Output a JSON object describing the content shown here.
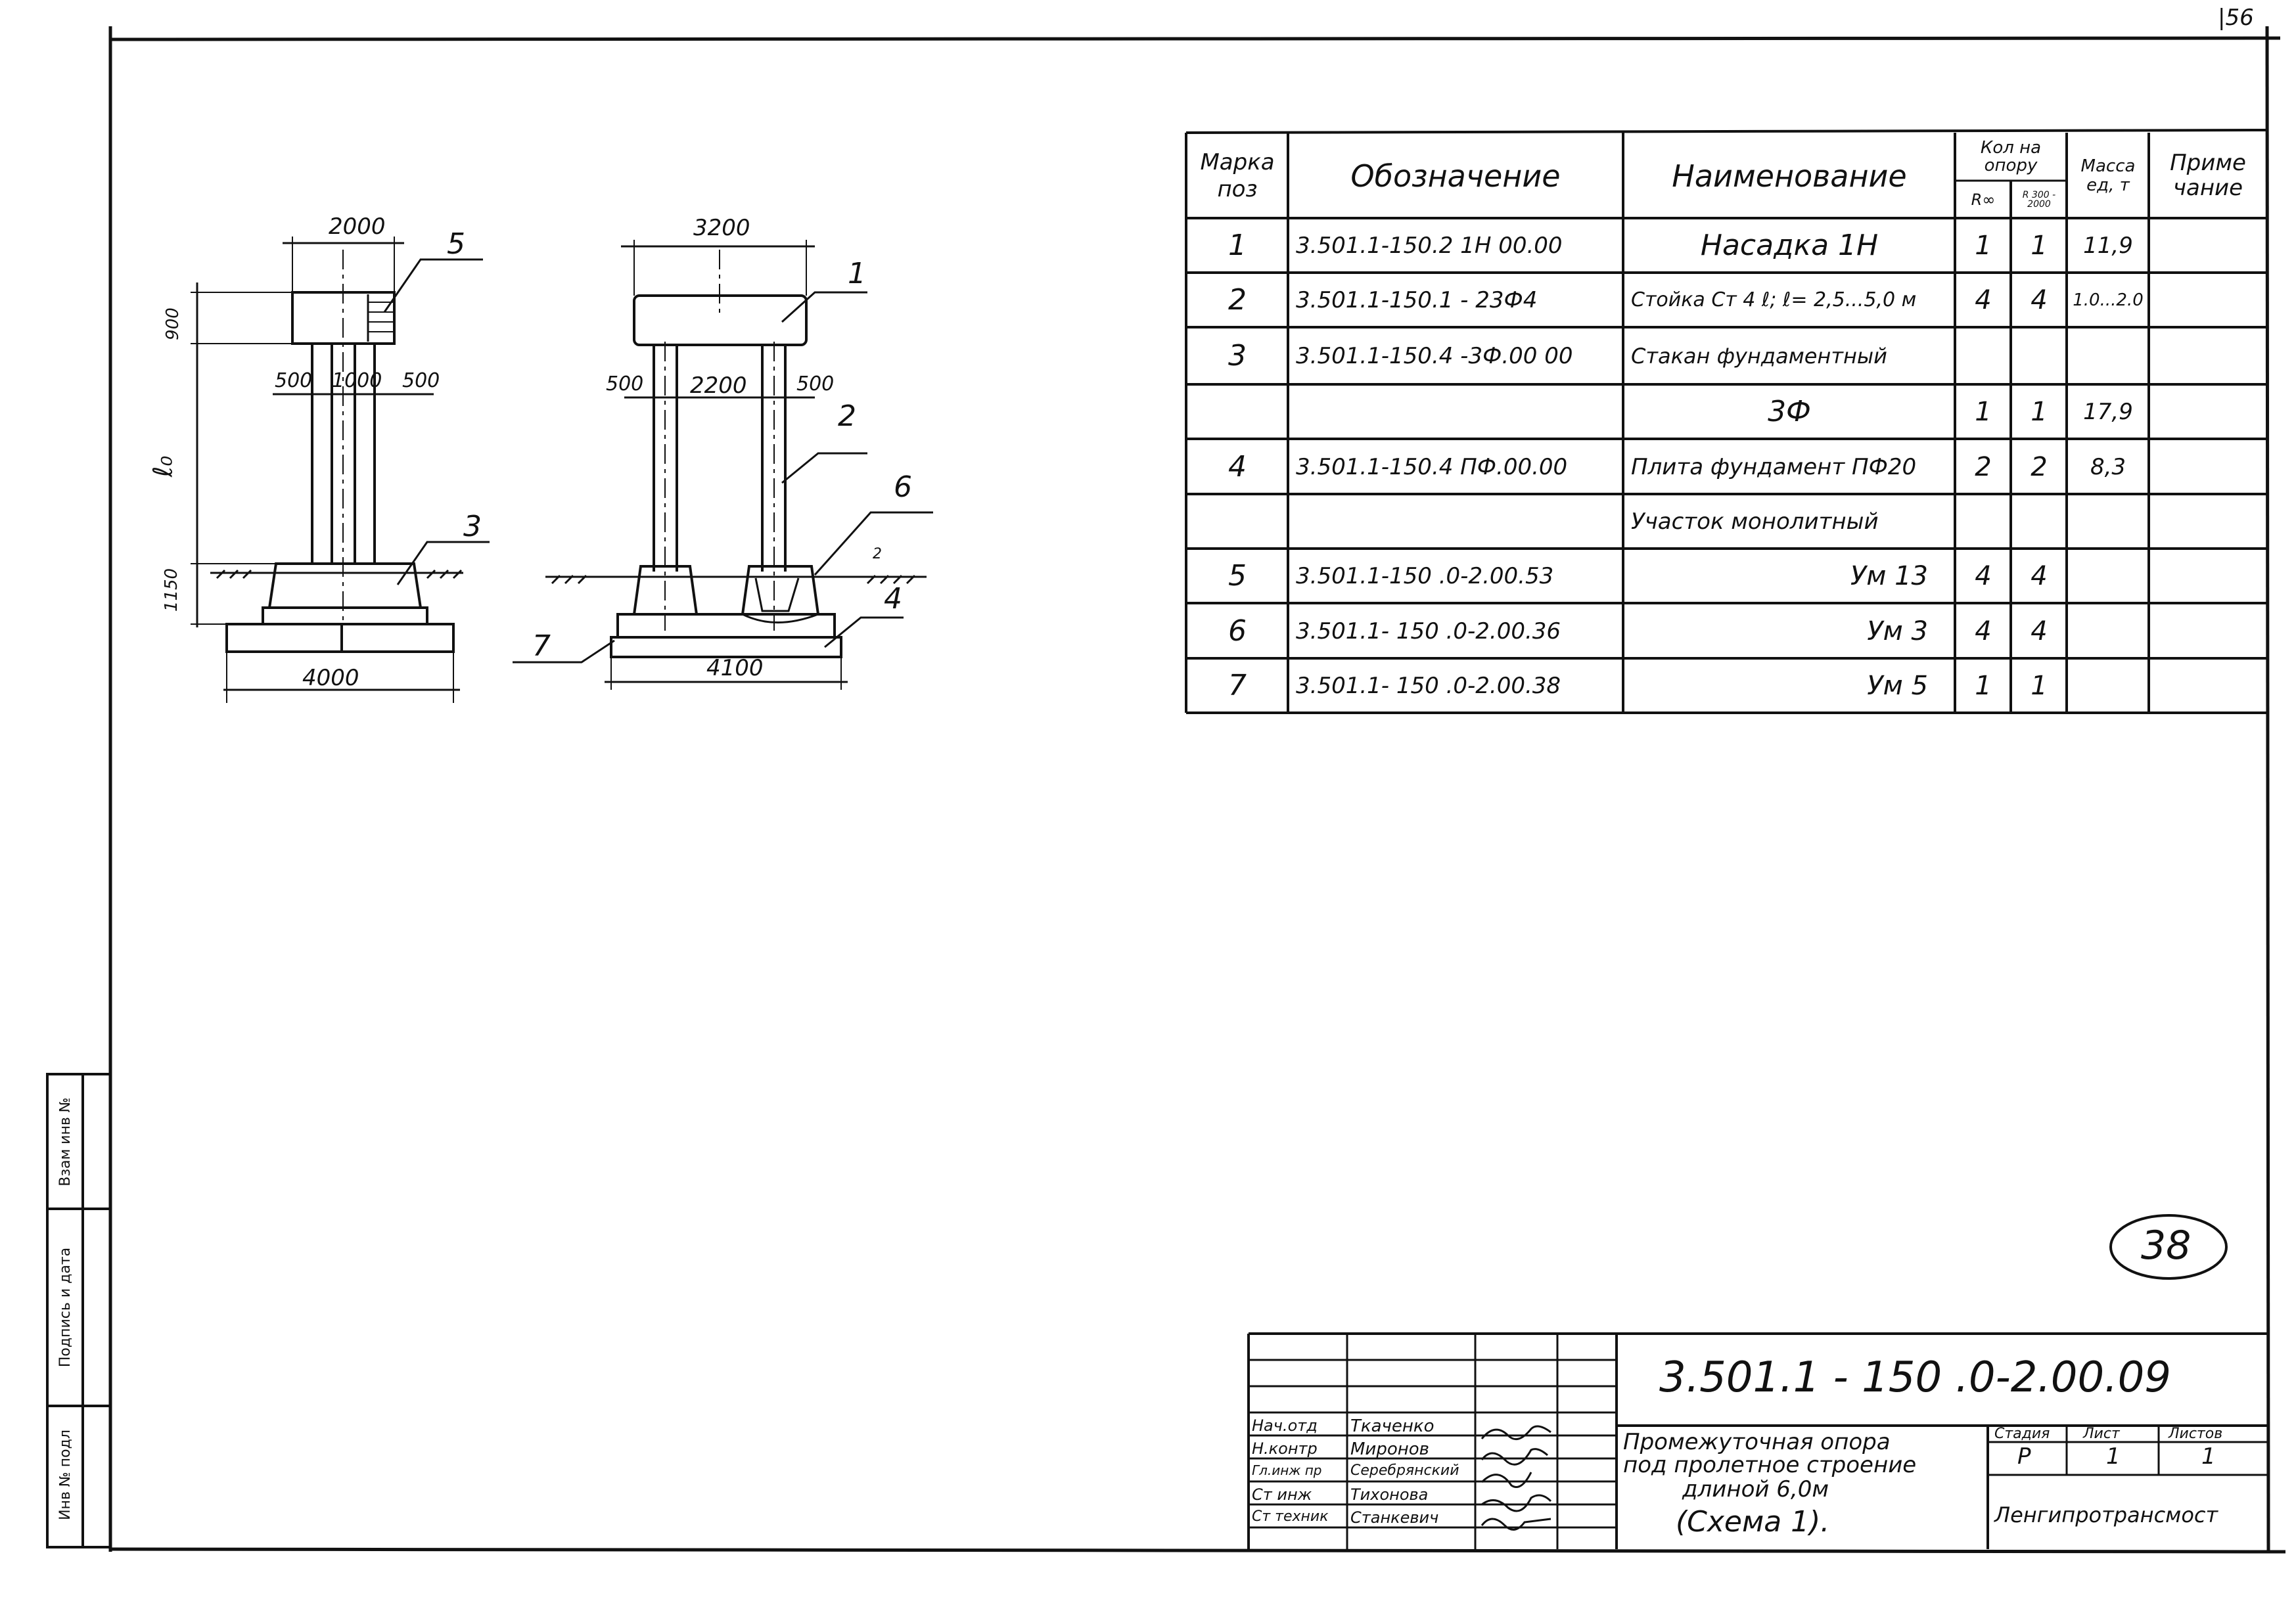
{
  "corner_mark": "|56",
  "sheet_number": "38",
  "side_stamp": {
    "cells": [
      "Инв № подл",
      "Подпись и дата",
      "Взам инв №"
    ]
  },
  "drawing": {
    "view_left": {
      "dims": {
        "top_width": "2000",
        "cap_height": "900",
        "col_spacing_left": "500",
        "col_spacing_mid": "1000",
        "col_spacing_right": "500",
        "column_length": "ℓ₀",
        "footing_height": "1150",
        "base_width": "4000"
      },
      "callouts": [
        "5",
        "3"
      ]
    },
    "view_right": {
      "dims": {
        "top_width": "3200",
        "col_left": "500",
        "col_mid": "2200",
        "col_right": "500",
        "base_width": "4100",
        "small_note": "2"
      },
      "callouts": [
        "1",
        "2",
        "6",
        "4",
        "7"
      ]
    }
  },
  "spec_table": {
    "headers": {
      "mark": "Марка поз",
      "designation": "Обозначение",
      "name": "Наименование",
      "qty_group": "Кол на опору",
      "qty_r_inf": "R∞",
      "qty_r_300": "R 300 - 2000",
      "mass": "Масса ед, т",
      "note": "Приме чание"
    },
    "rows": [
      {
        "mark": "1",
        "designation": "3.501.1-150.2 1Н 00.00",
        "name": "Насадка 1Н",
        "q1": "1",
        "q2": "1",
        "mass": "11,9",
        "note": ""
      },
      {
        "mark": "2",
        "designation": "3.501.1-150.1 - 23Ф4",
        "name": "Стойка Ст 4 ℓ; ℓ= 2,5...5,0 м",
        "q1": "4",
        "q2": "4",
        "mass": "1.0...2.0",
        "note": ""
      },
      {
        "mark": "3",
        "designation": "3.501.1-150.4 -3Ф.00 00",
        "name": "Стакан фундаментный",
        "q1": "",
        "q2": "",
        "mass": "",
        "note": ""
      },
      {
        "mark": "",
        "designation": "",
        "name": "3Ф",
        "q1": "1",
        "q2": "1",
        "mass": "17,9",
        "note": ""
      },
      {
        "mark": "4",
        "designation": "3.501.1-150.4 ПФ.00.00",
        "name": "Плита фундамент ПФ20",
        "q1": "2",
        "q2": "2",
        "mass": "8,3",
        "note": ""
      },
      {
        "mark": "",
        "designation": "",
        "name": "Участок монолитный",
        "q1": "",
        "q2": "",
        "mass": "",
        "note": ""
      },
      {
        "mark": "5",
        "designation": "3.501.1-150 .0-2.00.53",
        "name": "Ум 13",
        "q1": "4",
        "q2": "4",
        "mass": "",
        "note": ""
      },
      {
        "mark": "6",
        "designation": "3.501.1- 150 .0-2.00.36",
        "name": "Ум 3",
        "q1": "4",
        "q2": "4",
        "mass": "",
        "note": ""
      },
      {
        "mark": "7",
        "designation": "3.501.1- 150 .0-2.00.38",
        "name": "Ум 5",
        "q1": "1",
        "q2": "1",
        "mass": "",
        "note": ""
      }
    ]
  },
  "title_block": {
    "code": "3.501.1 - 150 .0-2.00.09",
    "title_lines": [
      "Промежуточная опора",
      "под пролетное строение",
      "длиной 6,0м",
      "(Схема 1)."
    ],
    "stage_label": "Стадия",
    "sheet_label": "Лист",
    "sheets_label": "Листов",
    "stage_value": "Р",
    "sheet_value": "1",
    "sheets_value": "1",
    "organization": "Ленгипротрансмост",
    "signatories": [
      {
        "role": "Нач.отд",
        "name": "Ткаченко"
      },
      {
        "role": "Н.контр",
        "name": "Миронов"
      },
      {
        "role": "Гл.инж пр",
        "name": "Серебрянский"
      },
      {
        "role": "Ст инж",
        "name": "Тихонова"
      },
      {
        "role": "Ст техник",
        "name": "Станкевич"
      }
    ]
  }
}
